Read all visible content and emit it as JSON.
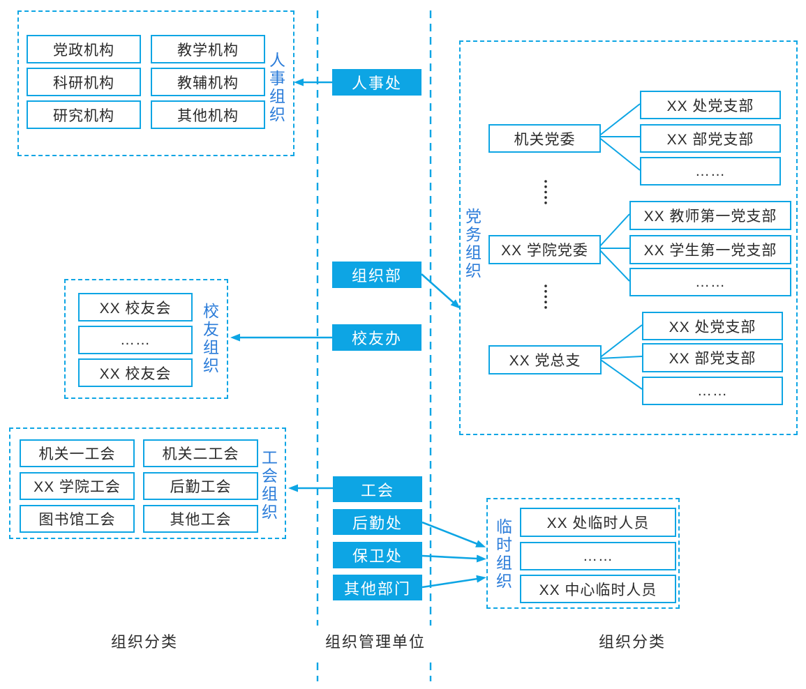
{
  "colors": {
    "accent_cyan": "#0da5e4",
    "label_blue": "#2b7cd9",
    "text_dark": "#2b2b2b"
  },
  "groups": {
    "personnel": {
      "label": "人事组织",
      "items": [
        "党政机构",
        "教学机构",
        "科研机构",
        "教辅机构",
        "研究机构",
        "其他机构"
      ]
    },
    "alumni": {
      "label": "校友组织",
      "items": [
        "XX 校友会",
        "……",
        "XX 校友会"
      ]
    },
    "union": {
      "label": "工会组织",
      "items": [
        "机关一工会",
        "机关二工会",
        "XX 学院工会",
        "后勤工会",
        "图书馆工会",
        "其他工会"
      ]
    },
    "party": {
      "label": "党务组织",
      "rows": [
        {
          "parent": "机关党委",
          "children": [
            "XX 处党支部",
            "XX 部党支部",
            "……"
          ]
        },
        {
          "parent": "XX 学院党委",
          "children": [
            "XX 教师第一党支部",
            "XX 学生第一党支部",
            "……"
          ]
        },
        {
          "parent": "XX 党总支",
          "children": [
            "XX 处党支部",
            "XX 部党支部",
            "……"
          ]
        }
      ],
      "ellipsis": "⋮"
    },
    "temp": {
      "label": "临时组织",
      "items": [
        "XX 处临时人员",
        "……",
        "XX 中心临时人员"
      ]
    }
  },
  "managers": [
    "人事处",
    "组织部",
    "校友办",
    "工会",
    "后勤处",
    "保卫处",
    "其他部门"
  ],
  "footer": {
    "left": "组织分类",
    "center": "组织管理单位",
    "right": "组织分类"
  }
}
